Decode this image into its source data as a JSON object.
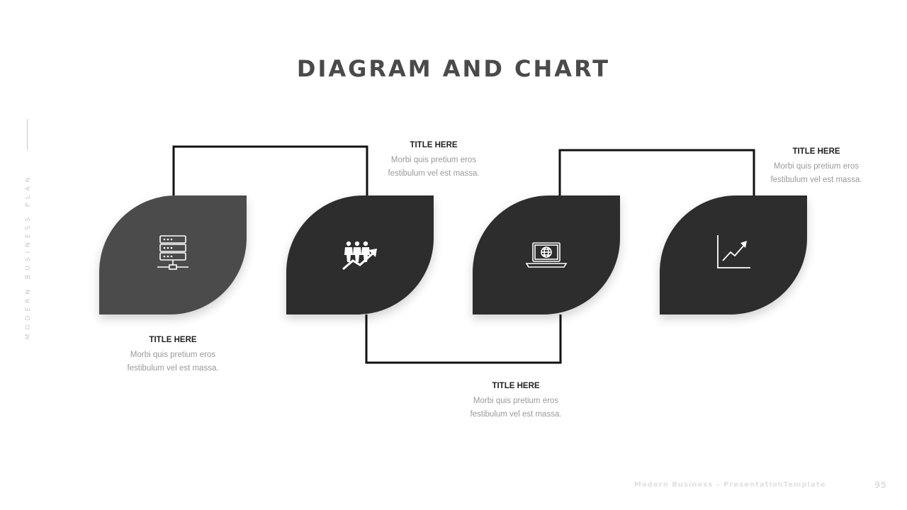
{
  "slide": {
    "title": "DIAGRAM AND CHART",
    "side_label": "MODERN BUSINESS PLAN",
    "footer": "Modern Business – PresentationTemplate",
    "page_number": "95"
  },
  "steps": [
    {
      "title": "TITLE HERE",
      "line1": "Morbi quis pretium eros",
      "line2": "festibulum vel est massa.",
      "icon": "server-network-icon",
      "color": "#4b4b4b"
    },
    {
      "title": "TITLE HERE",
      "line1": "Morbi quis pretium eros",
      "line2": "festibulum vel est massa.",
      "icon": "team-growth-icon",
      "color": "#2d2d2d"
    },
    {
      "title": "TITLE HERE",
      "line1": "Morbi quis pretium eros",
      "line2": "festibulum vel est massa.",
      "icon": "laptop-globe-icon",
      "color": "#2d2d2d"
    },
    {
      "title": "TITLE HERE",
      "line1": "Morbi quis pretium eros",
      "line2": "festibulum vel est massa.",
      "icon": "line-chart-icon",
      "color": "#2d2d2d"
    }
  ]
}
